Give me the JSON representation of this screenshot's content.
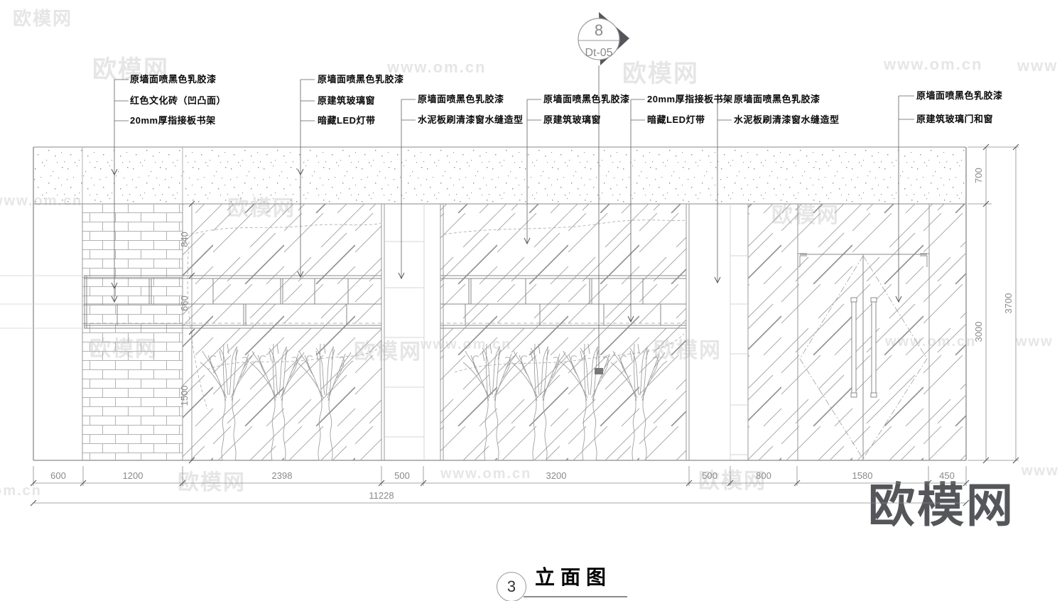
{
  "detail_marker": {
    "number": "8",
    "code": "Dt-05"
  },
  "annotations": {
    "groups": [
      {
        "labels": [
          "原墙面喷黑色乳胶漆",
          "红色文化砖（凹凸面）",
          "20mm厚指接板书架"
        ]
      },
      {
        "labels": [
          "原墙面喷黑色乳胶漆",
          "原建筑玻璃窗",
          "暗藏LED灯带"
        ]
      },
      {
        "labels": [
          "原墙面喷黑色乳胶漆",
          "水泥板刷清漆窗水缝造型"
        ]
      },
      {
        "labels": [
          "原墙面喷黑色乳胶漆",
          "原建筑玻璃窗"
        ]
      },
      {
        "labels": [
          "20mm厚指接板书架",
          "暗藏LED灯带"
        ]
      },
      {
        "labels": [
          "原墙面喷黑色乳胶漆",
          "水泥板刷清漆窗水缝造型"
        ]
      },
      {
        "labels": [
          "原墙面喷黑色乳胶漆",
          "原建筑玻璃门和窗"
        ]
      }
    ]
  },
  "dimensions": {
    "bottom_segments": [
      "600",
      "1200",
      "2398",
      "500",
      "3200",
      "500",
      "800",
      "1580",
      "450"
    ],
    "bottom_total": "11228",
    "right_segments": [
      "700",
      "3000"
    ],
    "right_total": "3700",
    "interior_vertical": [
      "840",
      "660",
      "1500"
    ]
  },
  "title": {
    "number": "3",
    "text": "立面图"
  },
  "watermarks": {
    "site_name": "欧模网",
    "site_url": "www.om.cn",
    "logo_text": "欧模网",
    "partial_www": "www",
    "partial_omcn": "om.cn"
  },
  "colors": {
    "line_gray": "#8a8a8a",
    "label_black": "#0a0a0a",
    "dim_gray": "#8a8a8a",
    "watermark_light": "#e6e6e6",
    "logo_gray": "#55565a"
  }
}
